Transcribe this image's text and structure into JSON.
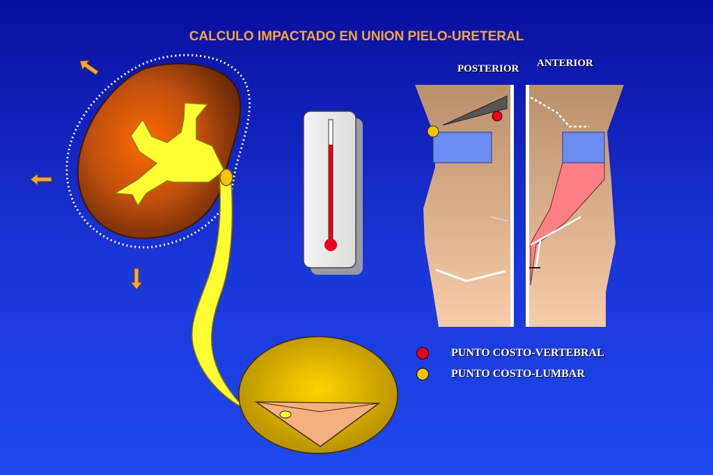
{
  "title": "CALCULO IMPACTADO EN UNION PIELO-URETERAL",
  "torso": {
    "posterior_label": "POSTERIOR",
    "anterior_label": "ANTERIOR"
  },
  "legend": [
    {
      "label": "PUNTO COSTO-VERTEBRAL",
      "color": "#e8001c"
    },
    {
      "label": "PUNTO COSTO-LUMBAR",
      "color": "#f2c400"
    }
  ],
  "colors": {
    "arrow": "#f4a640",
    "ureter": "#ffff33",
    "kidney": "#b84a10",
    "skin": "#e8b990",
    "bladder": "#f4c400",
    "thermometer_fluid": "#e8001c"
  }
}
